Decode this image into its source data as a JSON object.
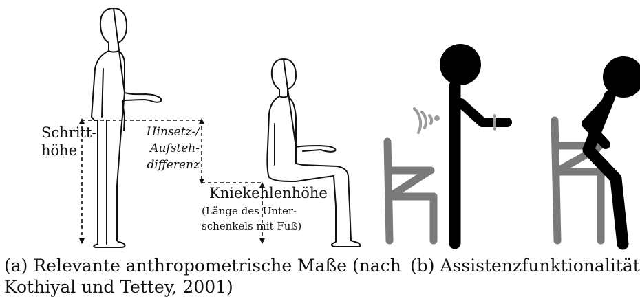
{
  "labels": {
    "schritt_line1": "Schritt-",
    "schritt_line2": "höhe",
    "hinsetz_line1": "Hinsetz-/",
    "hinsetz_line2": "Aufsteh-",
    "hinsetz_line3": "differenz",
    "kniekehlenhoehe": "Kniekehlenhöhe",
    "laenge_line1": "(Länge des Unter-",
    "laenge_line2": "schenkels mit Fuß)"
  },
  "captions": {
    "a_line1": "(a) Relevante anthropometrische Maße (nach",
    "a_line2": "Kothiyal und Tettey, 2001)",
    "b": "(b) Assistenzfunktionalität"
  },
  "colors": {
    "outline": "#111111",
    "stick_figure": "#000000",
    "chair": "#7a7a7a",
    "wireless_signal": "#9a9a9a"
  }
}
